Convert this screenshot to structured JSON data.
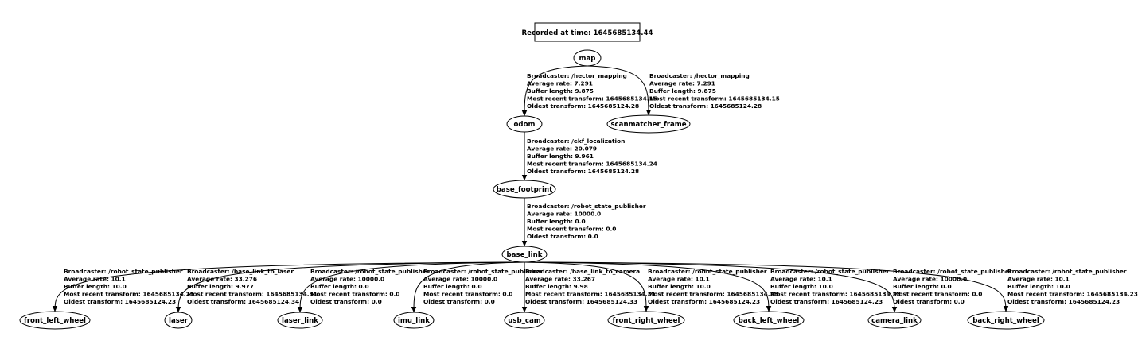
{
  "header": {
    "text": "Recorded at time: 1645685134.44"
  },
  "nodes": [
    {
      "id": "map",
      "label": "map"
    },
    {
      "id": "odom",
      "label": "odom"
    },
    {
      "id": "scanmatcher_frame",
      "label": "scanmatcher_frame"
    },
    {
      "id": "base_footprint",
      "label": "base_footprint"
    },
    {
      "id": "base_link",
      "label": "base_link"
    },
    {
      "id": "front_left_wheel",
      "label": "front_left_wheel"
    },
    {
      "id": "laser",
      "label": "laser"
    },
    {
      "id": "laser_link",
      "label": "laser_link"
    },
    {
      "id": "imu_link",
      "label": "imu_link"
    },
    {
      "id": "usb_cam",
      "label": "usb_cam"
    },
    {
      "id": "front_right_wheel",
      "label": "front_right_wheel"
    },
    {
      "id": "back_left_wheel",
      "label": "back_left_wheel"
    },
    {
      "id": "camera_link",
      "label": "camera_link"
    },
    {
      "id": "back_right_wheel",
      "label": "back_right_wheel"
    }
  ],
  "edges": [
    {
      "from": "map",
      "to": "odom",
      "lines": [
        "Broadcaster: /hector_mapping",
        "Average rate: 7.291",
        "Buffer length: 9.875",
        "Most recent transform: 1645685134.15",
        "Oldest transform: 1645685124.28"
      ]
    },
    {
      "from": "map",
      "to": "scanmatcher_frame",
      "lines": [
        "Broadcaster: /hector_mapping",
        "Average rate: 7.291",
        "Buffer length: 9.875",
        "Most recent transform: 1645685134.15",
        "Oldest transform: 1645685124.28"
      ]
    },
    {
      "from": "odom",
      "to": "base_footprint",
      "lines": [
        "Broadcaster: /ekf_localization",
        "Average rate: 20.079",
        "Buffer length: 9.961",
        "Most recent transform: 1645685134.24",
        "Oldest transform: 1645685124.28"
      ]
    },
    {
      "from": "base_footprint",
      "to": "base_link",
      "lines": [
        "Broadcaster: /robot_state_publisher",
        "Average rate: 10000.0",
        "Buffer length: 0.0",
        "Most recent transform: 0.0",
        "Oldest transform: 0.0"
      ]
    },
    {
      "from": "base_link",
      "to": "front_left_wheel",
      "lines": [
        "Broadcaster: /robot_state_publisher",
        "Average rate: 10.1",
        "Buffer length: 10.0",
        "Most recent transform: 1645685134.23",
        "Oldest transform: 1645685124.23"
      ]
    },
    {
      "from": "base_link",
      "to": "laser",
      "lines": [
        "Broadcaster: /base_link_to_laser",
        "Average rate: 33.276",
        "Buffer length: 9.977",
        "Most recent transform: 1645685134.31",
        "Oldest transform: 1645685124.34"
      ]
    },
    {
      "from": "base_link",
      "to": "laser_link",
      "lines": [
        "Broadcaster: /robot_state_publisher",
        "Average rate: 10000.0",
        "Buffer length: 0.0",
        "Most recent transform: 0.0",
        "Oldest transform: 0.0"
      ]
    },
    {
      "from": "base_link",
      "to": "imu_link",
      "lines": [
        "Broadcaster: /robot_state_publisher",
        "Average rate: 10000.0",
        "Buffer length: 0.0",
        "Most recent transform: 0.0",
        "Oldest transform: 0.0"
      ]
    },
    {
      "from": "base_link",
      "to": "usb_cam",
      "lines": [
        "Broadcaster: /base_link_to_camera",
        "Average rate: 33.267",
        "Buffer length: 9.98",
        "Most recent transform: 1645685134.31",
        "Oldest transform: 1645685124.33"
      ]
    },
    {
      "from": "base_link",
      "to": "front_right_wheel",
      "lines": [
        "Broadcaster: /robot_state_publisher",
        "Average rate: 10.1",
        "Buffer length: 10.0",
        "Most recent transform: 1645685134.23",
        "Oldest transform: 1645685124.23"
      ]
    },
    {
      "from": "base_link",
      "to": "back_left_wheel",
      "lines": [
        "Broadcaster: /robot_state_publisher",
        "Average rate: 10.1",
        "Buffer length: 10.0",
        "Most recent transform: 1645685134.23",
        "Oldest transform: 1645685124.23"
      ]
    },
    {
      "from": "base_link",
      "to": "camera_link",
      "lines": [
        "Broadcaster: /robot_state_publisher",
        "Average rate: 10000.0",
        "Buffer length: 0.0",
        "Most recent transform: 0.0",
        "Oldest transform: 0.0"
      ]
    },
    {
      "from": "base_link",
      "to": "back_right_wheel",
      "lines": [
        "Broadcaster: /robot_state_publisher",
        "Average rate: 10.1",
        "Buffer length: 10.0",
        "Most recent transform: 1645685134.23",
        "Oldest transform: 1645685124.23"
      ]
    }
  ]
}
